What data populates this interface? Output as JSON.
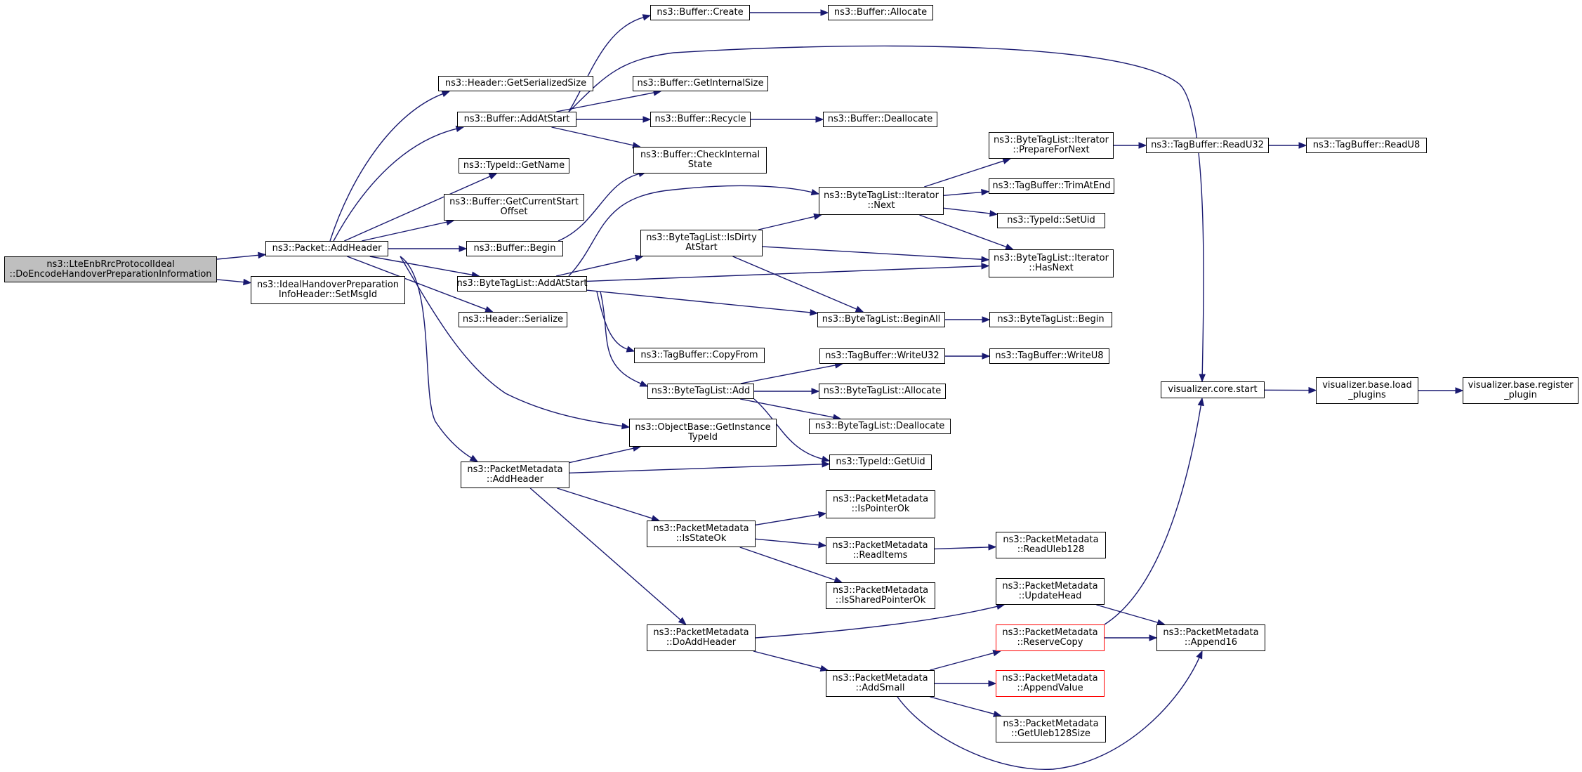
{
  "colors": {
    "edge": "#191970",
    "border": "#000000",
    "highlight_border": "#ff0000",
    "root_fill": "#bfbfbf",
    "node_fill": "#ffffff"
  },
  "nodes": [
    {
      "id": "root",
      "lines": [
        "ns3::LteEnbRrcProtocolIdeal",
        "::DoEncodeHandoverPreparationInformation"
      ],
      "kind": "root"
    },
    {
      "id": "packet_addheader",
      "lines": [
        "ns3::Packet::AddHeader"
      ]
    },
    {
      "id": "setmsgid",
      "lines": [
        "ns3::IdealHandoverPreparation",
        "InfoHeader::SetMsgId"
      ]
    },
    {
      "id": "header_getserializedsize",
      "lines": [
        "ns3::Header::GetSerializedSize"
      ]
    },
    {
      "id": "buffer_addatstart",
      "lines": [
        "ns3::Buffer::AddAtStart"
      ]
    },
    {
      "id": "typeid_getname",
      "lines": [
        "ns3::TypeId::GetName"
      ]
    },
    {
      "id": "buffer_getcurrentstartoffset",
      "lines": [
        "ns3::Buffer::GetCurrentStart",
        "Offset"
      ]
    },
    {
      "id": "buffer_begin",
      "lines": [
        "ns3::Buffer::Begin"
      ]
    },
    {
      "id": "bytetaglist_addatstart",
      "lines": [
        "ns3::ByteTagList::AddAtStart"
      ]
    },
    {
      "id": "header_serialize",
      "lines": [
        "ns3::Header::Serialize"
      ]
    },
    {
      "id": "packetmetadata_addheader",
      "lines": [
        "ns3::PacketMetadata",
        "::AddHeader"
      ]
    },
    {
      "id": "buffer_create",
      "lines": [
        "ns3::Buffer::Create"
      ]
    },
    {
      "id": "buffer_allocate",
      "lines": [
        "ns3::Buffer::Allocate"
      ]
    },
    {
      "id": "buffer_getinternalsize",
      "lines": [
        "ns3::Buffer::GetInternalSize"
      ]
    },
    {
      "id": "buffer_recycle",
      "lines": [
        "ns3::Buffer::Recycle"
      ]
    },
    {
      "id": "buffer_deallocate",
      "lines": [
        "ns3::Buffer::Deallocate"
      ]
    },
    {
      "id": "buffer_checkinternalstate",
      "lines": [
        "ns3::Buffer::CheckInternal",
        "State"
      ]
    },
    {
      "id": "bytetaglist_isdirtyatstart",
      "lines": [
        "ns3::ByteTagList::IsDirty",
        "AtStart"
      ]
    },
    {
      "id": "iterator_next",
      "lines": [
        "ns3::ByteTagList::Iterator",
        "::Next"
      ]
    },
    {
      "id": "iterator_preparefornext",
      "lines": [
        "ns3::ByteTagList::Iterator",
        "::PrepareForNext"
      ]
    },
    {
      "id": "tagbuffer_readu32",
      "lines": [
        "ns3::TagBuffer::ReadU32"
      ]
    },
    {
      "id": "tagbuffer_readu8",
      "lines": [
        "ns3::TagBuffer::ReadU8"
      ]
    },
    {
      "id": "tagbuffer_trimatend",
      "lines": [
        "ns3::TagBuffer::TrimAtEnd"
      ]
    },
    {
      "id": "typeid_setuid",
      "lines": [
        "ns3::TypeId::SetUid"
      ]
    },
    {
      "id": "iterator_hasnext",
      "lines": [
        "ns3::ByteTagList::Iterator",
        "::HasNext"
      ]
    },
    {
      "id": "bytetaglist_beginall",
      "lines": [
        "ns3::ByteTagList::BeginAll"
      ]
    },
    {
      "id": "bytetaglist_begin",
      "lines": [
        "ns3::ByteTagList::Begin"
      ]
    },
    {
      "id": "tagbuffer_copyfrom",
      "lines": [
        "ns3::TagBuffer::CopyFrom"
      ]
    },
    {
      "id": "bytetaglist_add",
      "lines": [
        "ns3::ByteTagList::Add"
      ]
    },
    {
      "id": "tagbuffer_writeu32",
      "lines": [
        "ns3::TagBuffer::WriteU32"
      ]
    },
    {
      "id": "tagbuffer_writeu8",
      "lines": [
        "ns3::TagBuffer::WriteU8"
      ]
    },
    {
      "id": "bytetaglist_allocate",
      "lines": [
        "ns3::ByteTagList::Allocate"
      ]
    },
    {
      "id": "bytetaglist_deallocate",
      "lines": [
        "ns3::ByteTagList::Deallocate"
      ]
    },
    {
      "id": "objectbase_getinstancetypeid",
      "lines": [
        "ns3::ObjectBase::GetInstance",
        "TypeId"
      ]
    },
    {
      "id": "typeid_getuid",
      "lines": [
        "ns3::TypeId::GetUid"
      ]
    },
    {
      "id": "pm_ispointerok",
      "lines": [
        "ns3::PacketMetadata",
        "::IsPointerOk"
      ]
    },
    {
      "id": "pm_isstateok",
      "lines": [
        "ns3::PacketMetadata",
        "::IsStateOk"
      ]
    },
    {
      "id": "pm_readitems",
      "lines": [
        "ns3::PacketMetadata",
        "::ReadItems"
      ]
    },
    {
      "id": "pm_readuleb128",
      "lines": [
        "ns3::PacketMetadata",
        "::ReadUleb128"
      ]
    },
    {
      "id": "pm_issharedpointerok",
      "lines": [
        "ns3::PacketMetadata",
        "::IsSharedPointerOk"
      ]
    },
    {
      "id": "pm_doaddheader",
      "lines": [
        "ns3::PacketMetadata",
        "::DoAddHeader"
      ]
    },
    {
      "id": "pm_updatehead",
      "lines": [
        "ns3::PacketMetadata",
        "::UpdateHead"
      ]
    },
    {
      "id": "pm_reservecopy",
      "lines": [
        "ns3::PacketMetadata",
        "::ReserveCopy"
      ],
      "kind": "red"
    },
    {
      "id": "pm_append16",
      "lines": [
        "ns3::PacketMetadata",
        "::Append16"
      ]
    },
    {
      "id": "pm_addsmall",
      "lines": [
        "ns3::PacketMetadata",
        "::AddSmall"
      ]
    },
    {
      "id": "pm_appendvalue",
      "lines": [
        "ns3::PacketMetadata",
        "::AppendValue"
      ],
      "kind": "red"
    },
    {
      "id": "pm_getuleb128size",
      "lines": [
        "ns3::PacketMetadata",
        "::GetUleb128Size"
      ]
    },
    {
      "id": "viz_core_start",
      "lines": [
        "visualizer.core.start"
      ]
    },
    {
      "id": "viz_base_load_plugins",
      "lines": [
        "visualizer.base.load",
        "_plugins"
      ]
    },
    {
      "id": "viz_base_register_plugin",
      "lines": [
        "visualizer.base.register",
        "_plugin"
      ]
    }
  ],
  "edges": [
    {
      "from": "root",
      "to": "packet_addheader"
    },
    {
      "from": "root",
      "to": "setmsgid"
    },
    {
      "from": "packet_addheader",
      "to": "header_getserializedsize"
    },
    {
      "from": "packet_addheader",
      "to": "buffer_addatstart"
    },
    {
      "from": "packet_addheader",
      "to": "typeid_getname"
    },
    {
      "from": "packet_addheader",
      "to": "buffer_getcurrentstartoffset"
    },
    {
      "from": "packet_addheader",
      "to": "buffer_begin"
    },
    {
      "from": "packet_addheader",
      "to": "bytetaglist_addatstart"
    },
    {
      "from": "packet_addheader",
      "to": "header_serialize"
    },
    {
      "from": "packet_addheader",
      "to": "objectbase_getinstancetypeid"
    },
    {
      "from": "packet_addheader",
      "to": "packetmetadata_addheader"
    },
    {
      "from": "buffer_addatstart",
      "to": "buffer_create"
    },
    {
      "from": "buffer_addatstart",
      "to": "buffer_getinternalsize"
    },
    {
      "from": "buffer_addatstart",
      "to": "buffer_recycle"
    },
    {
      "from": "buffer_addatstart",
      "to": "buffer_checkinternalstate"
    },
    {
      "from": "buffer_addatstart",
      "to": "viz_core_start"
    },
    {
      "from": "buffer_create",
      "to": "buffer_allocate"
    },
    {
      "from": "buffer_recycle",
      "to": "buffer_deallocate"
    },
    {
      "from": "buffer_begin",
      "to": "buffer_checkinternalstate"
    },
    {
      "from": "bytetaglist_addatstart",
      "to": "bytetaglist_isdirtyatstart"
    },
    {
      "from": "bytetaglist_addatstart",
      "to": "iterator_next"
    },
    {
      "from": "bytetaglist_addatstart",
      "to": "iterator_hasnext"
    },
    {
      "from": "bytetaglist_addatstart",
      "to": "bytetaglist_beginall"
    },
    {
      "from": "bytetaglist_addatstart",
      "to": "tagbuffer_copyfrom"
    },
    {
      "from": "bytetaglist_addatstart",
      "to": "bytetaglist_add"
    },
    {
      "from": "bytetaglist_isdirtyatstart",
      "to": "iterator_next"
    },
    {
      "from": "bytetaglist_isdirtyatstart",
      "to": "iterator_hasnext"
    },
    {
      "from": "bytetaglist_isdirtyatstart",
      "to": "bytetaglist_beginall"
    },
    {
      "from": "iterator_next",
      "to": "iterator_preparefornext"
    },
    {
      "from": "iterator_next",
      "to": "tagbuffer_trimatend"
    },
    {
      "from": "iterator_next",
      "to": "typeid_setuid"
    },
    {
      "from": "iterator_next",
      "to": "iterator_hasnext"
    },
    {
      "from": "iterator_preparefornext",
      "to": "tagbuffer_readu32"
    },
    {
      "from": "tagbuffer_readu32",
      "to": "tagbuffer_readu8"
    },
    {
      "from": "bytetaglist_beginall",
      "to": "bytetaglist_begin"
    },
    {
      "from": "bytetaglist_add",
      "to": "tagbuffer_writeu32"
    },
    {
      "from": "bytetaglist_add",
      "to": "bytetaglist_allocate"
    },
    {
      "from": "bytetaglist_add",
      "to": "bytetaglist_deallocate"
    },
    {
      "from": "bytetaglist_add",
      "to": "typeid_getuid"
    },
    {
      "from": "tagbuffer_writeu32",
      "to": "tagbuffer_writeu8"
    },
    {
      "from": "packetmetadata_addheader",
      "to": "objectbase_getinstancetypeid"
    },
    {
      "from": "packetmetadata_addheader",
      "to": "typeid_getuid"
    },
    {
      "from": "packetmetadata_addheader",
      "to": "pm_isstateok"
    },
    {
      "from": "packetmetadata_addheader",
      "to": "pm_doaddheader"
    },
    {
      "from": "pm_isstateok",
      "to": "pm_ispointerok"
    },
    {
      "from": "pm_isstateok",
      "to": "pm_readitems"
    },
    {
      "from": "pm_isstateok",
      "to": "pm_issharedpointerok"
    },
    {
      "from": "pm_readitems",
      "to": "pm_readuleb128"
    },
    {
      "from": "pm_doaddheader",
      "to": "pm_updatehead"
    },
    {
      "from": "pm_doaddheader",
      "to": "pm_addsmall"
    },
    {
      "from": "pm_updatehead",
      "to": "pm_append16"
    },
    {
      "from": "pm_reservecopy",
      "to": "pm_append16"
    },
    {
      "from": "pm_reservecopy",
      "to": "viz_core_start"
    },
    {
      "from": "pm_addsmall",
      "to": "pm_reservecopy"
    },
    {
      "from": "pm_addsmall",
      "to": "pm_appendvalue"
    },
    {
      "from": "pm_addsmall",
      "to": "pm_getuleb128size"
    },
    {
      "from": "pm_addsmall",
      "to": "pm_append16"
    },
    {
      "from": "viz_core_start",
      "to": "viz_base_load_plugins"
    },
    {
      "from": "viz_base_load_plugins",
      "to": "viz_base_register_plugin"
    }
  ]
}
